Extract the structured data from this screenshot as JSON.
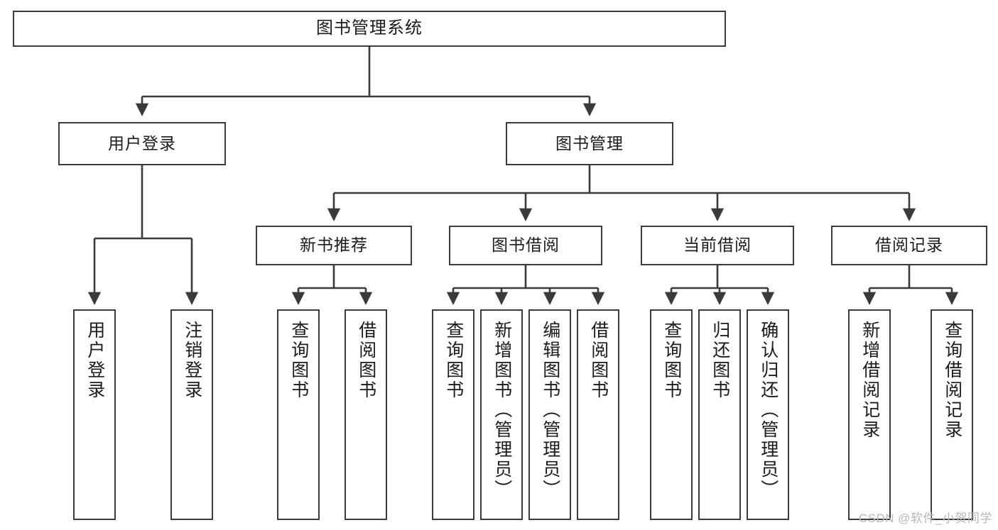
{
  "diagram": {
    "title": "图书管理系统",
    "watermark": "CSDN @软件_小贺同学",
    "colors": {
      "stroke": "#3a3a3a",
      "fill": "#ffffff",
      "text": "#1b1b1b",
      "watermark": "#b8b8b8"
    },
    "levels": {
      "root": {
        "label": "图书管理系统"
      },
      "level2": [
        {
          "label": "用户登录"
        },
        {
          "label": "图书管理"
        }
      ],
      "level3": [
        {
          "label": "新书推荐"
        },
        {
          "label": "图书借阅"
        },
        {
          "label": "当前借阅"
        },
        {
          "label": "借阅记录"
        }
      ],
      "leaves": {
        "user_login": [
          {
            "label": "用户登录"
          },
          {
            "label": "注销登录"
          }
        ],
        "new_book_recommend": [
          {
            "label": "查询图书"
          },
          {
            "label": "借阅图书"
          }
        ],
        "book_borrow": [
          {
            "label": "查询图书"
          },
          {
            "label": "新增图书（管理员）"
          },
          {
            "label": "编辑图书（管理员）"
          },
          {
            "label": "借阅图书"
          }
        ],
        "current_borrow": [
          {
            "label": "查询图书"
          },
          {
            "label": "归还图书"
          },
          {
            "label": "确认归还（管理员）"
          }
        ],
        "borrow_record": [
          {
            "label": "新增借阅记录"
          },
          {
            "label": "查询借阅记录"
          }
        ]
      }
    }
  }
}
